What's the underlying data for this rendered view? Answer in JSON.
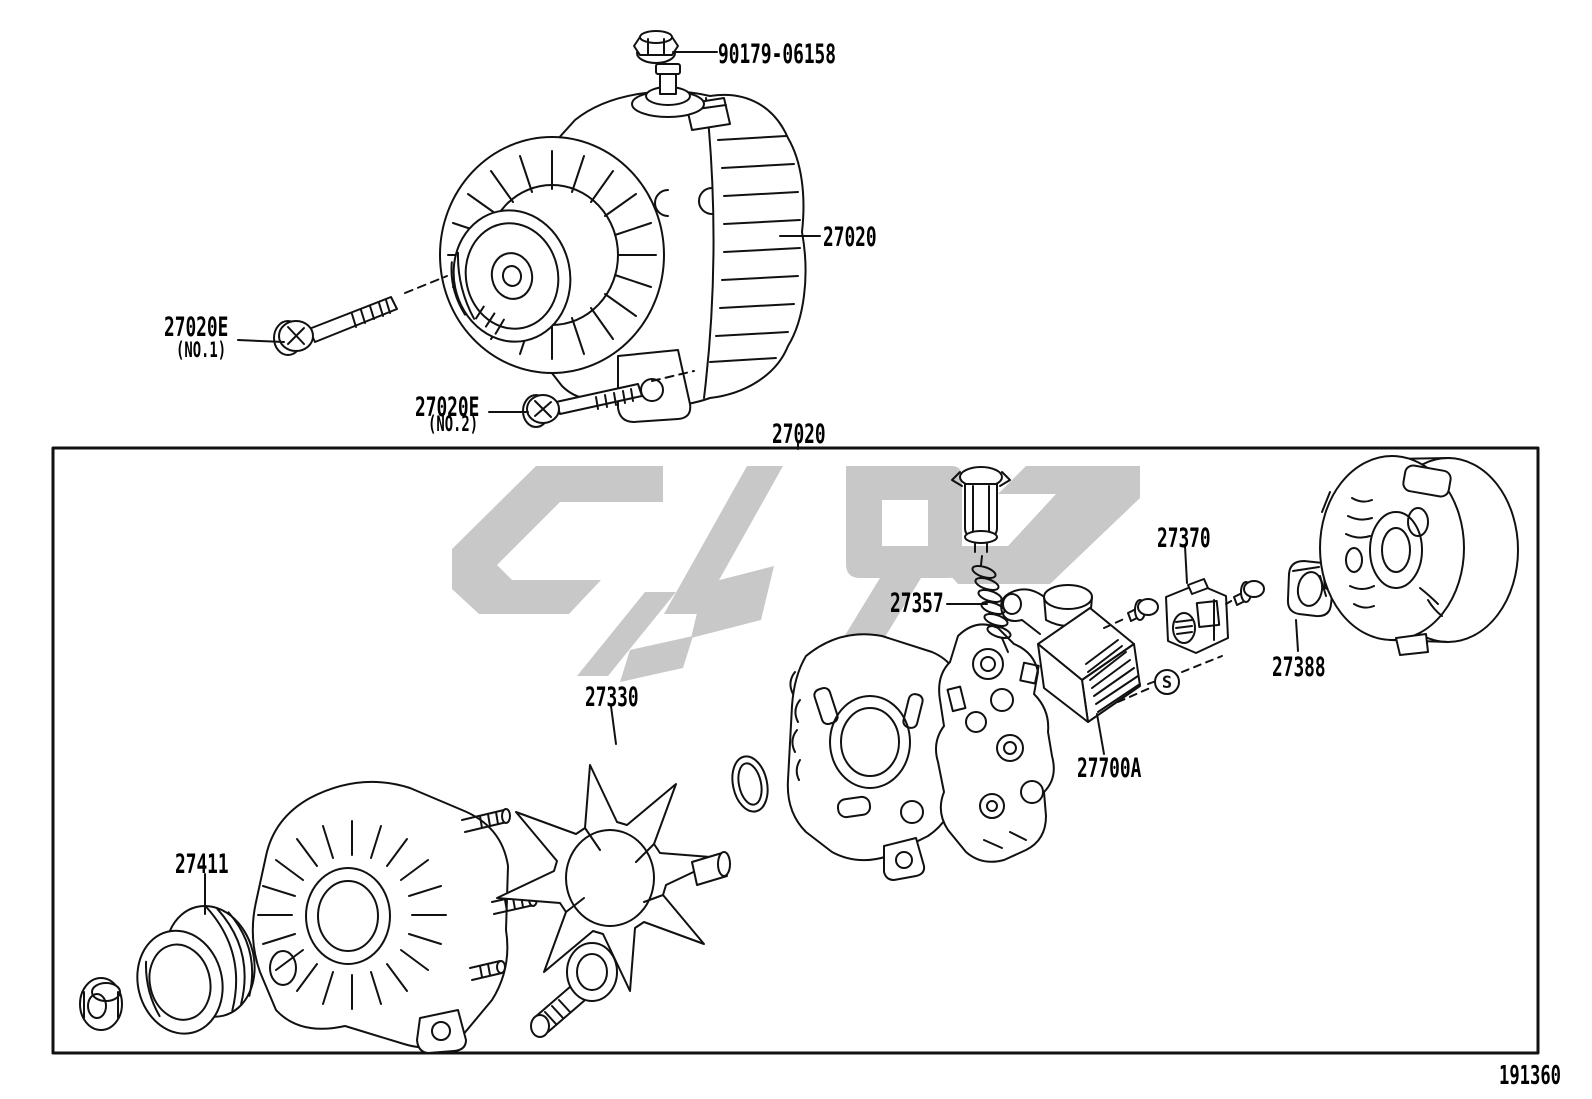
{
  "labels": {
    "nut": "90179-06158",
    "alternator_assy": "27020",
    "bolt_no1": "27020E",
    "bolt_no1_note": "(NO.1)",
    "bolt_no2": "27020E",
    "bolt_no2_note": "(NO.2)",
    "alternator_assy_box": "27020",
    "terminal_insulator": "27357",
    "brush_holder": "27370",
    "bearing_cover": "27388",
    "rotor": "27330",
    "regulator": "27700A",
    "pulley": "27411",
    "screw_symbol": "S",
    "figure_number": "191360"
  },
  "colors": {
    "line": "#111111",
    "watermark": "#c8c8c8",
    "background": "#ffffff"
  }
}
